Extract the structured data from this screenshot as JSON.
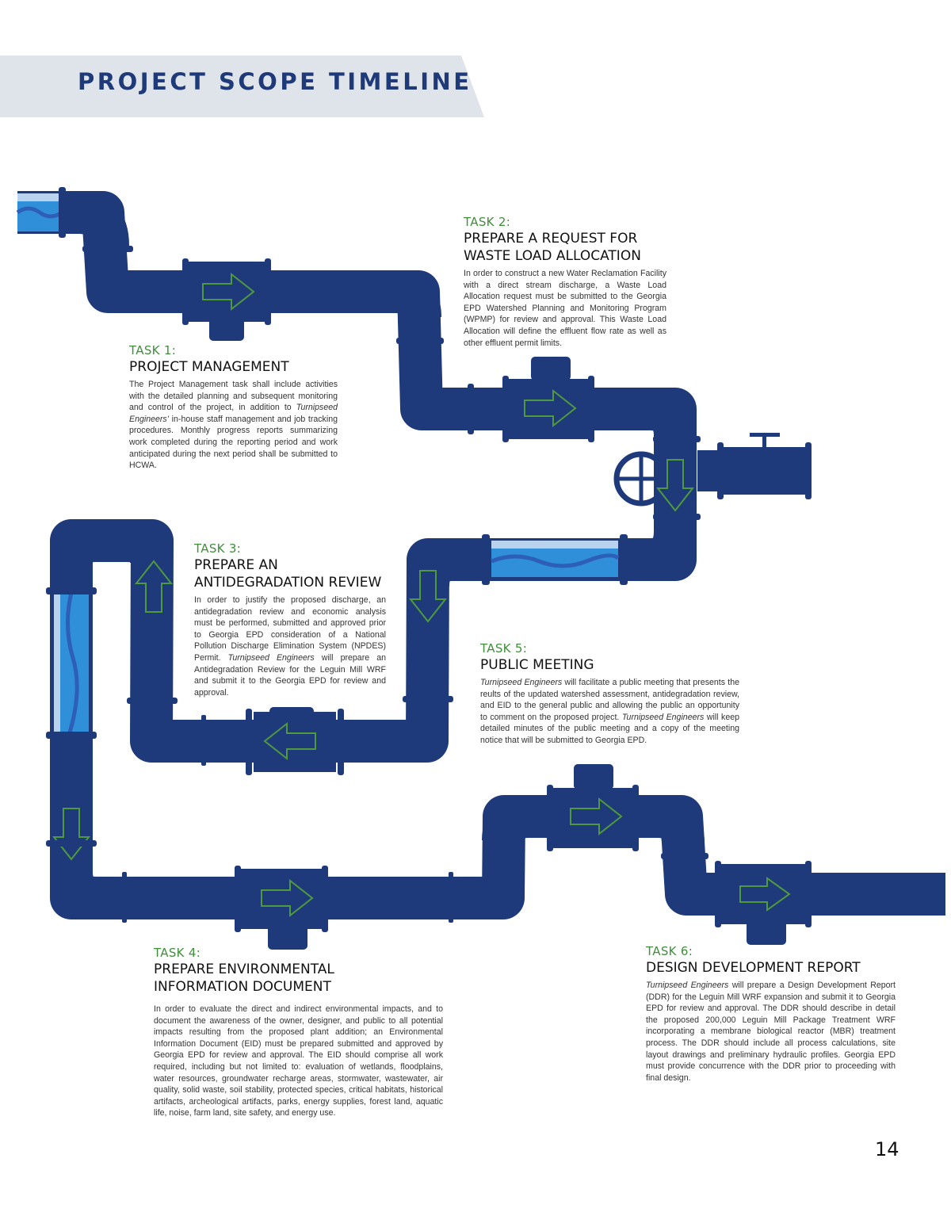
{
  "page": {
    "title": "PROJECT SCOPE TIMELINE",
    "page_number": "14"
  },
  "colors": {
    "pipe": "#1e3a7b",
    "pipe_dark": "#15306a",
    "arrow": "#4f9a3e",
    "water": "#2f8fd8",
    "banner": "#dfe3ea",
    "task_label": "#3f8f3a"
  },
  "icons": [
    "flow-arrow-icon",
    "valve-wheel-icon",
    "water-window-icon"
  ],
  "tasks": [
    {
      "label": "TASK 1:",
      "title": "PROJECT MANAGEMENT",
      "body_parts": [
        "The Project Management task shall include activities with the detailed planning and subsequent monitoring and control of the project, in addition to ",
        "Turnipseed Engineers’",
        " in-house staff management and job tracking procedures. Monthly progress reports summarizing work completed during the reporting period and work anticipated during the next period shall be submitted to HCWA."
      ]
    },
    {
      "label": "TASK 2:",
      "title_line1": "PREPARE A REQUEST FOR",
      "title_line2": "WASTE LOAD ALLOCATION",
      "body": "In order to construct a new Water Reclamation Facility with a direct stream discharge, a Waste Load Allocation request must be submitted to the Georgia EPD Watershed Planning and Monitoring Program (WPMP) for review and approval. This Waste Load Allocation will define the effluent flow rate as well as other effluent permit limits."
    },
    {
      "label": "TASK 3:",
      "title_line1": "PREPARE AN",
      "title_line2": "ANTIDEGRADATION REVIEW",
      "body_parts": [
        "In order to justify the proposed discharge, an antidegradation review and economic analysis must be performed, submitted and approved prior to Georgia EPD consideration of a National Pollution Discharge Elimination System (NPDES) Permit. ",
        "Turnipseed Engineers",
        " will prepare an Antidegradation Review for the Leguin Mill WRF and submit it to the Georgia EPD for review and approval."
      ]
    },
    {
      "label": "TASK 4:",
      "title_line1": "PREPARE ENVIRONMENTAL",
      "title_line2": "INFORMATION DOCUMENT",
      "body": "In order to evaluate the direct and indirect environmental impacts, and to document the awareness of the owner, designer, and public to all potential impacts resulting from the proposed plant addition; an Environmental Information Document (EID) must be prepared submitted and approved by Georgia EPD for review and approval. The EID should comprise all work required, including but not limited to: evaluation of wetlands, floodplains, water resources, groundwater recharge areas, stormwater, wastewater, air quality, solid waste, soil stability, protected species, critical habitats, historical artifacts, archeological artifacts, parks, energy supplies, forest land, aquatic life, noise, farm land, site safety, and energy use."
    },
    {
      "label": "TASK 5:",
      "title": "PUBLIC MEETING",
      "body_parts": [
        "Turnipseed Engineers",
        " will facilitate a public meeting that presents the reults of the updated watershed assessment, antidegradation review, and EID to the general public and allowing the public an opportunity to comment on the proposed project. ",
        "Turnipseed Engineers",
        " will keep detailed minutes of the public meeting and a copy of the meeting notice that will be submitted to Georgia EPD."
      ]
    },
    {
      "label": "TASK 6:",
      "title": "DESIGN DEVELOPMENT REPORT",
      "body_parts": [
        "Turnipseed Engineers",
        " will prepare a Design Development Report (DDR) for the Leguin Mill WRF expansion and submit it to Georgia EPD for review and approval. The DDR should describe in detail the proposed 200,000 Leguin Mill Package Treatment WRF incorporating a membrane biological reactor (MBR) treatment process. The DDR should include all process calculations, site layout drawings and preliminary hydraulic profiles. Georgia EPD must provide concurrence with the DDR prior to proceeding with final design."
      ]
    }
  ]
}
